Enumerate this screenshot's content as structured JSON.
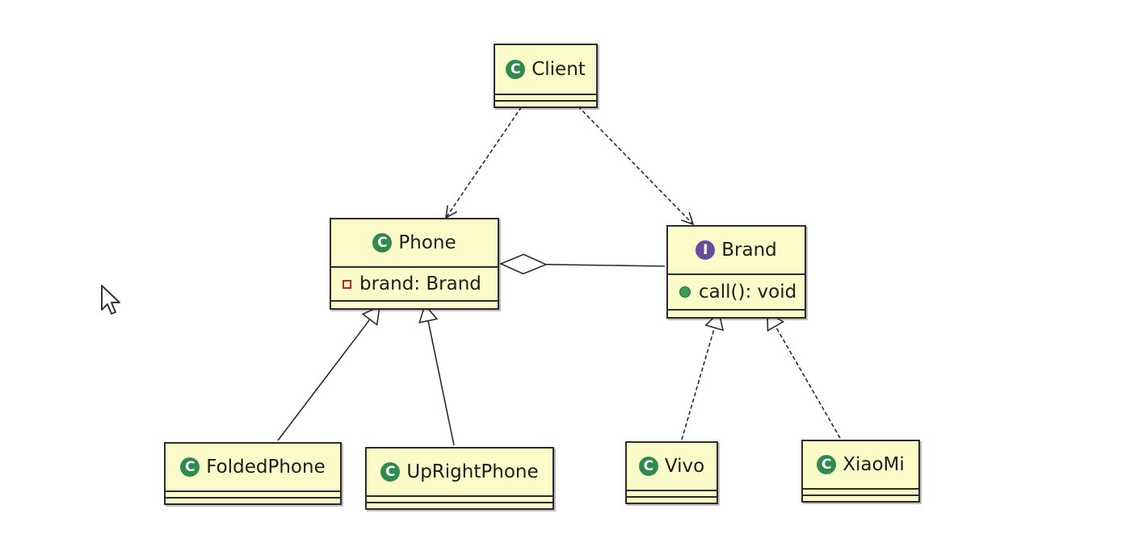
{
  "diagram": {
    "classes": [
      {
        "id": "client",
        "name": "Client",
        "kind": "class",
        "stereotype_letter": "C",
        "attributes": [],
        "methods": []
      },
      {
        "id": "phone",
        "name": "Phone",
        "kind": "class",
        "stereotype_letter": "C",
        "attributes": [
          {
            "visibility": "private",
            "text": "brand: Brand"
          }
        ],
        "methods": []
      },
      {
        "id": "brand",
        "name": "Brand",
        "kind": "interface",
        "stereotype_letter": "I",
        "attributes": [],
        "methods": [
          {
            "visibility": "public",
            "text": "call(): void"
          }
        ]
      },
      {
        "id": "foldedphone",
        "name": "FoldedPhone",
        "kind": "class",
        "stereotype_letter": "C",
        "attributes": [],
        "methods": []
      },
      {
        "id": "uprightphone",
        "name": "UpRightPhone",
        "kind": "class",
        "stereotype_letter": "C",
        "attributes": [],
        "methods": []
      },
      {
        "id": "vivo",
        "name": "Vivo",
        "kind": "class",
        "stereotype_letter": "C",
        "attributes": [],
        "methods": []
      },
      {
        "id": "xiaomi",
        "name": "XiaoMi",
        "kind": "class",
        "stereotype_letter": "C",
        "attributes": [],
        "methods": []
      }
    ],
    "relations": [
      {
        "from": "client",
        "to": "phone",
        "type": "dependency"
      },
      {
        "from": "client",
        "to": "brand",
        "type": "dependency"
      },
      {
        "from": "phone",
        "to": "brand",
        "type": "aggregation"
      },
      {
        "from": "foldedphone",
        "to": "phone",
        "type": "generalization"
      },
      {
        "from": "uprightphone",
        "to": "phone",
        "type": "generalization"
      },
      {
        "from": "vivo",
        "to": "brand",
        "type": "realization"
      },
      {
        "from": "xiaomi",
        "to": "brand",
        "type": "realization"
      }
    ]
  },
  "colors": {
    "class_fill": "#fbfbca",
    "class_border": "#2b2b2b",
    "class_icon": "#2f8a4e",
    "interface_icon": "#6a4c9c",
    "private_marker": "#c8202a",
    "public_marker": "#3d9a55"
  },
  "icons": {
    "class": "class-icon",
    "interface": "interface-icon",
    "private": "private-field-icon",
    "public": "public-method-icon",
    "cursor": "mouse-pointer-icon"
  }
}
